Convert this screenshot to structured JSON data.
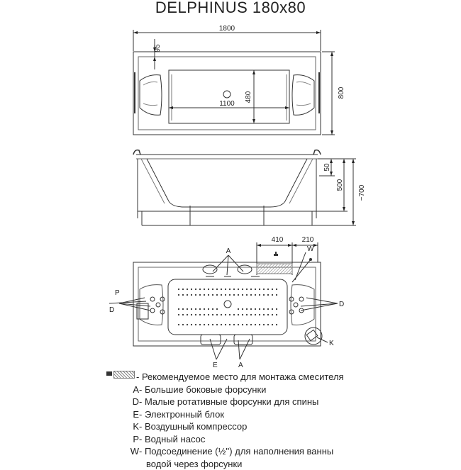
{
  "title": "DELPHINUS 180x80",
  "dimensions": {
    "total_length": "1800",
    "rim": "95",
    "inner_width": "480",
    "inner_length": "1100",
    "total_width": "800",
    "depth": "50",
    "height": "500",
    "total_height": "~700",
    "mixer_offset": "410",
    "mixer_width": "210"
  },
  "callouts": {
    "A": "A",
    "D": "D",
    "E": "E",
    "K": "K",
    "P": "P",
    "W": "W"
  },
  "legend": {
    "mixer": "- Рекомендуемое место для монтажа смесителя",
    "items": [
      {
        "key": "A",
        "text": " - Большие боковые форсунки"
      },
      {
        "key": "D",
        "text": " - Малые ротативные форсунки для спины"
      },
      {
        "key": "E",
        "text": " - Электронный блок"
      },
      {
        "key": "K",
        "text": " - Воздушный компрессор"
      },
      {
        "key": "P",
        "text": " - Водный насос"
      },
      {
        "key": "W",
        "text": "- Подсоединение (½'') для наполнения ванны"
      }
    ],
    "continuation": "водой через форсунки"
  }
}
